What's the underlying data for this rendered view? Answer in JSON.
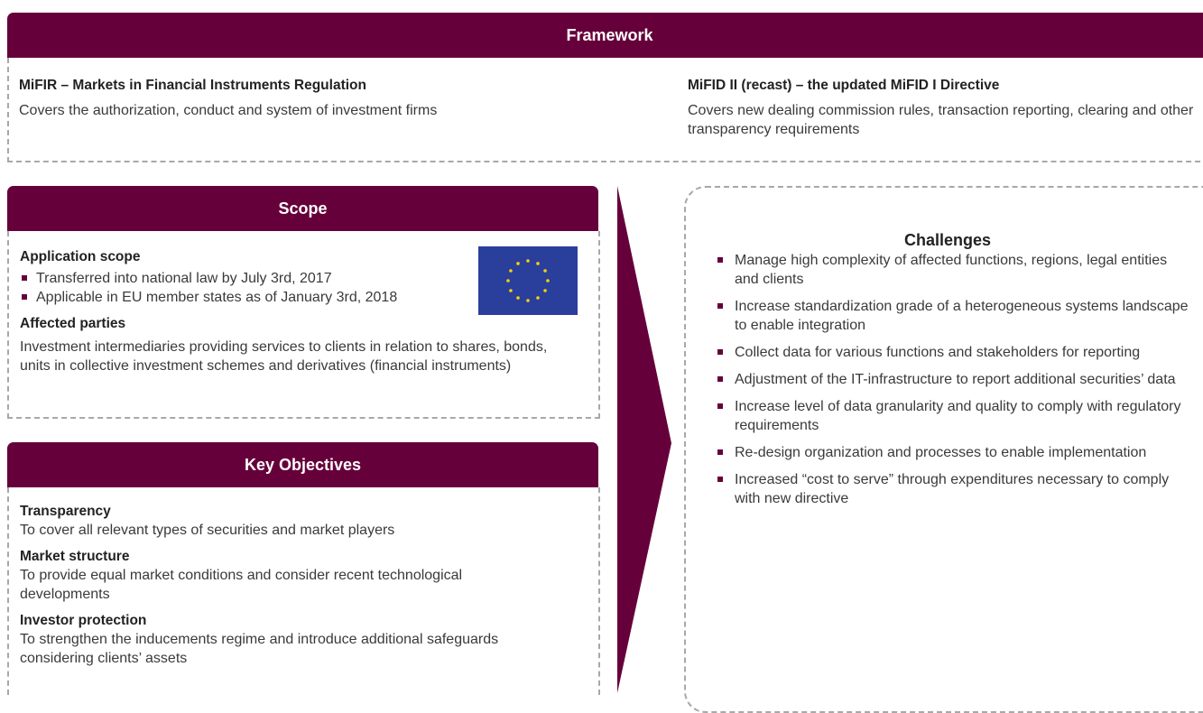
{
  "framework": {
    "header": "Framework",
    "left_title": "MiFIR – Markets in Financial Instruments Regulation",
    "left_text": "Covers the authorization, conduct and system of investment firms",
    "right_title": "MiFID II (recast) – the updated MiFID I Directive",
    "right_text": "Covers new dealing commission rules, transaction reporting, clearing and other transparency requirements"
  },
  "scope": {
    "header": "Scope",
    "application_title": "Application scope",
    "bullets": [
      "Transferred into national law by July 3rd, 2017",
      "Applicable in EU member states as of January 3rd, 2018"
    ],
    "affected_title": "Affected parties",
    "affected_text": "Investment intermediaries providing services to clients in relation to shares, bonds, units in collective investment schemes and derivatives (financial instruments)"
  },
  "objectives": {
    "header": "Key Objectives",
    "items": [
      {
        "title": "Transparency",
        "text": "To cover all relevant types of securities and market players"
      },
      {
        "title": "Market structure",
        "text": "To provide equal market conditions and consider recent technological developments"
      },
      {
        "title": "Investor protection",
        "text": "To strengthen the inducements regime and introduce additional safeguards considering clients’ assets"
      }
    ]
  },
  "challenges": {
    "title": "Challenges",
    "items": [
      "Manage high complexity of affected functions, regions, legal entities and clients",
      "Increase standardization grade of a heterogeneous systems landscape to enable integration",
      "Collect data for various functions and stakeholders for reporting",
      "Adjustment of the IT-infrastructure to report additional securities’ data",
      "Increase level of data granularity and quality to comply with regulatory requirements",
      "Re-design organization and processes to enable implementation",
      "Increased “cost to serve” through expenditures necessary to comply with new directive"
    ]
  },
  "colors": {
    "accent": "#66003a",
    "flag_blue": "#2a3f9b",
    "flag_star": "#f5d10a"
  }
}
